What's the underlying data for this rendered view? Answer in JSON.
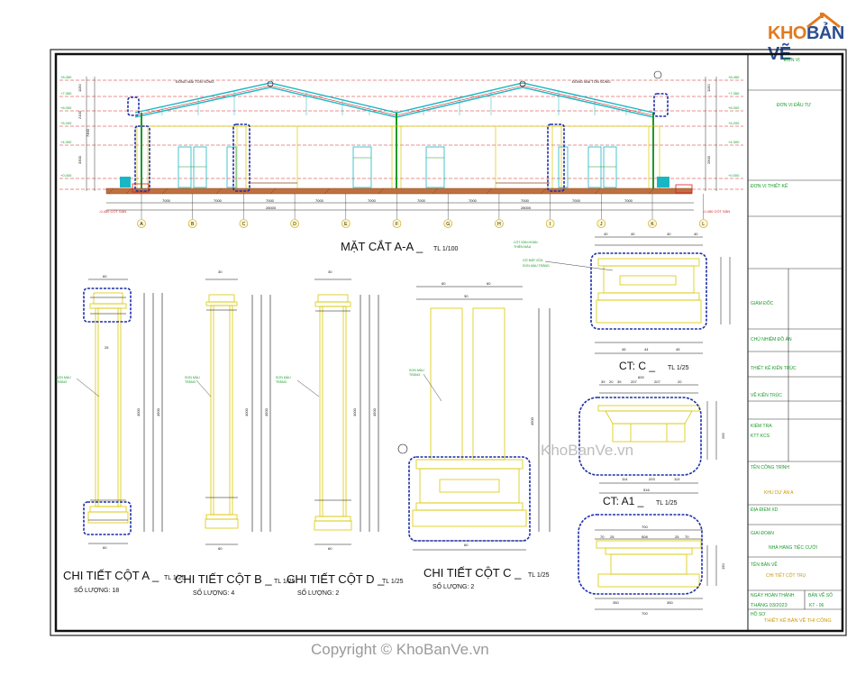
{
  "logo": {
    "part1": "KHO",
    "part2": "BẢN VẼ"
  },
  "section": {
    "title": "MẶT CẮT A-A _",
    "scale": "TL 1/100",
    "axes": [
      "A",
      "B",
      "C",
      "D",
      "E",
      "F",
      "G",
      "H",
      "I",
      "J",
      "K",
      "L"
    ]
  },
  "details": [
    {
      "title": "CHI TIẾT CỘT A _",
      "scale": "TL 1/25",
      "qty": "SỐ LƯỢNG: 18"
    },
    {
      "title": "CHI TIẾT CỘT B _",
      "scale": "TL 1/25",
      "qty": "SỐ LƯỢNG: 4"
    },
    {
      "title": "CHI TIẾT CỘT D _",
      "scale": "TL 1/25",
      "qty": "SỐ LƯỢNG: 2"
    },
    {
      "title": "CHI TIẾT CỘT C _",
      "scale": "TL 1/25",
      "qty": "SỐ LƯỢNG: 2"
    }
  ],
  "callouts": [
    {
      "title": "CT: C _",
      "scale": "TL 1/25"
    },
    {
      "title": "CT: A1 _",
      "scale": "TL 1/25"
    }
  ],
  "dims": {
    "d700": "700",
    "d350": "350",
    "d508": "508",
    "d70": "70",
    "d600": "600",
    "d516": "516"
  },
  "title_block": {
    "date": "THÁNG 03/2023",
    "project": "THIẾT KẾ BẢN VẼ THI CÔNG",
    "drawing": "CHI TIẾT CỘT TRỤ",
    "building": "NHÀ HÀNG TIỆC CƯỚI"
  },
  "watermark": "KhoBanVe.vn",
  "copyright": "Copyright © KhoBanVe.vn",
  "colors": {
    "line": "#111111",
    "cyan": "#19b7c4",
    "yellow": "#d9c900",
    "green": "#1a9a2a",
    "blue": "#1e2fa8",
    "red": "#d42020",
    "brown": "#8a4a1a"
  }
}
